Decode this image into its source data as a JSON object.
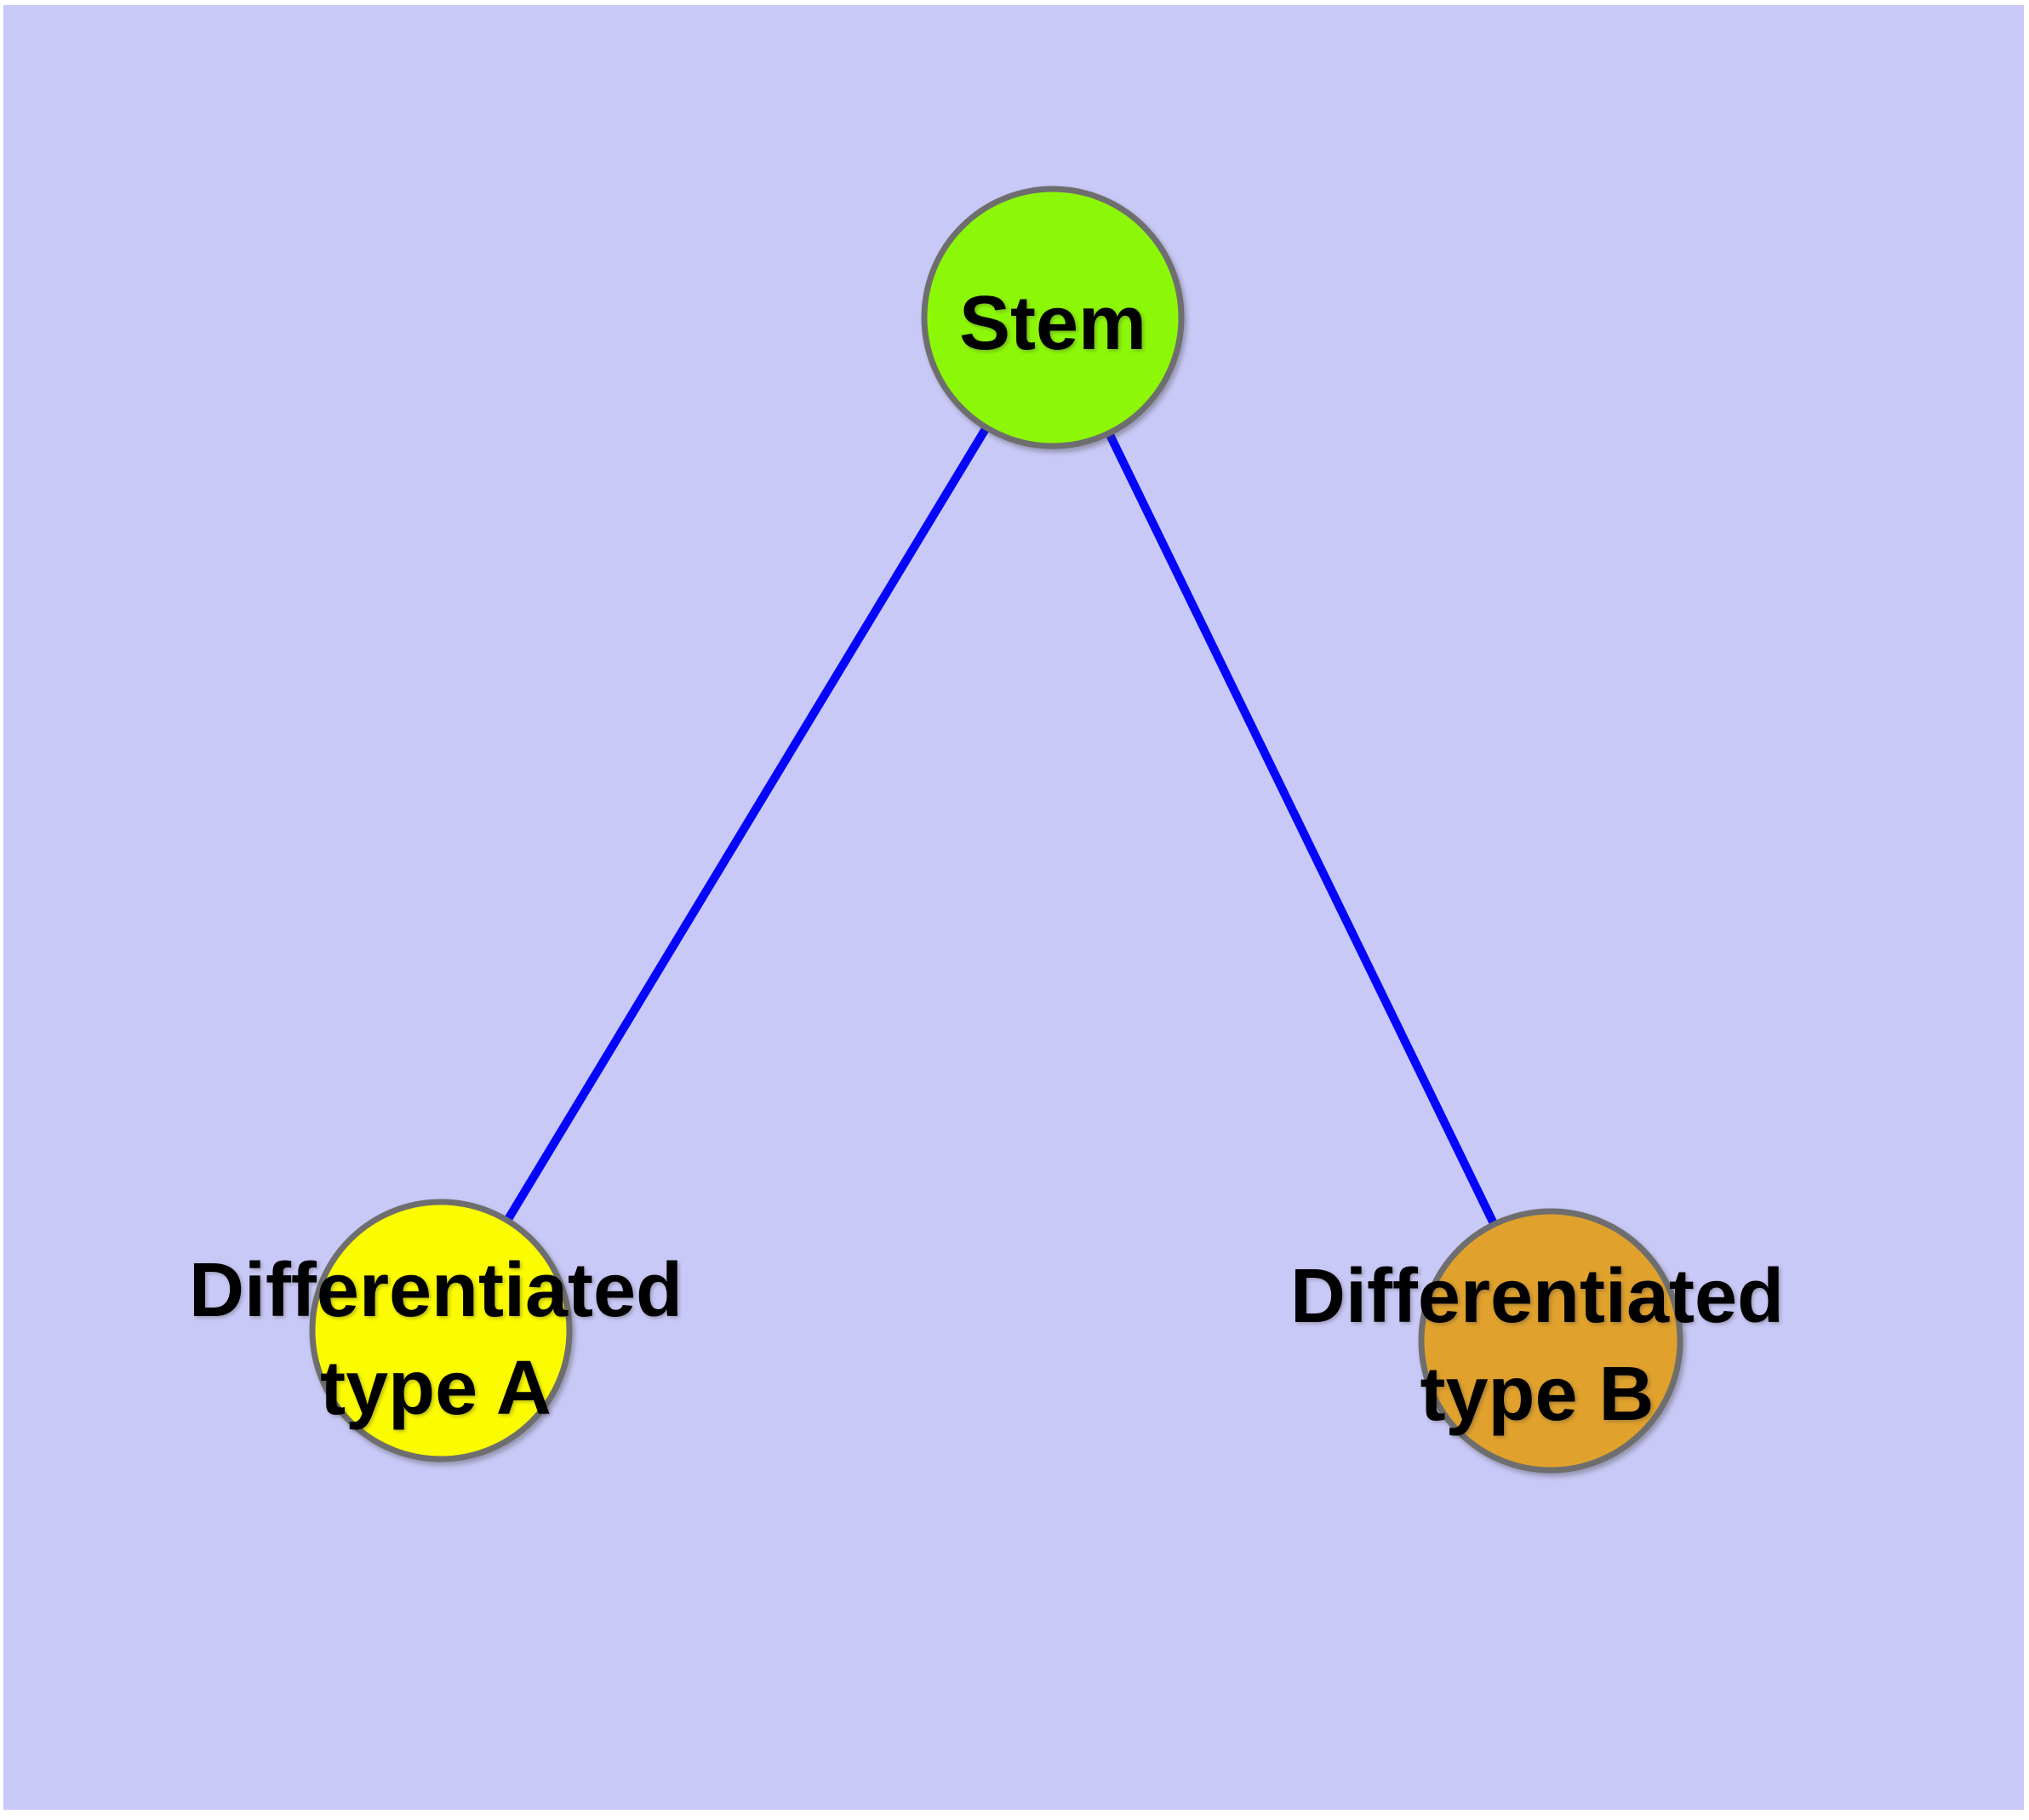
{
  "figure": {
    "background_color": "#C9C9F7",
    "frame_color": "#FFFFFF",
    "edge_color": "#0505FA",
    "node_border_color": "#6E6E6E",
    "label_color": "#000000",
    "nodes": [
      {
        "id": "stem",
        "label": "Stem",
        "fill": "#8CF808"
      },
      {
        "id": "differentiated-type-a",
        "label_line1": "Differentiated",
        "label_line2": "type A",
        "fill": "#FCFC00"
      },
      {
        "id": "differentiated-type-b",
        "label_line1": "Differentiated",
        "label_line2": "type B",
        "fill": "#E0A12D"
      }
    ],
    "edges": [
      {
        "from": "Stem",
        "to": "Differentiated type A"
      },
      {
        "from": "Stem",
        "to": "Differentiated type B"
      }
    ]
  }
}
